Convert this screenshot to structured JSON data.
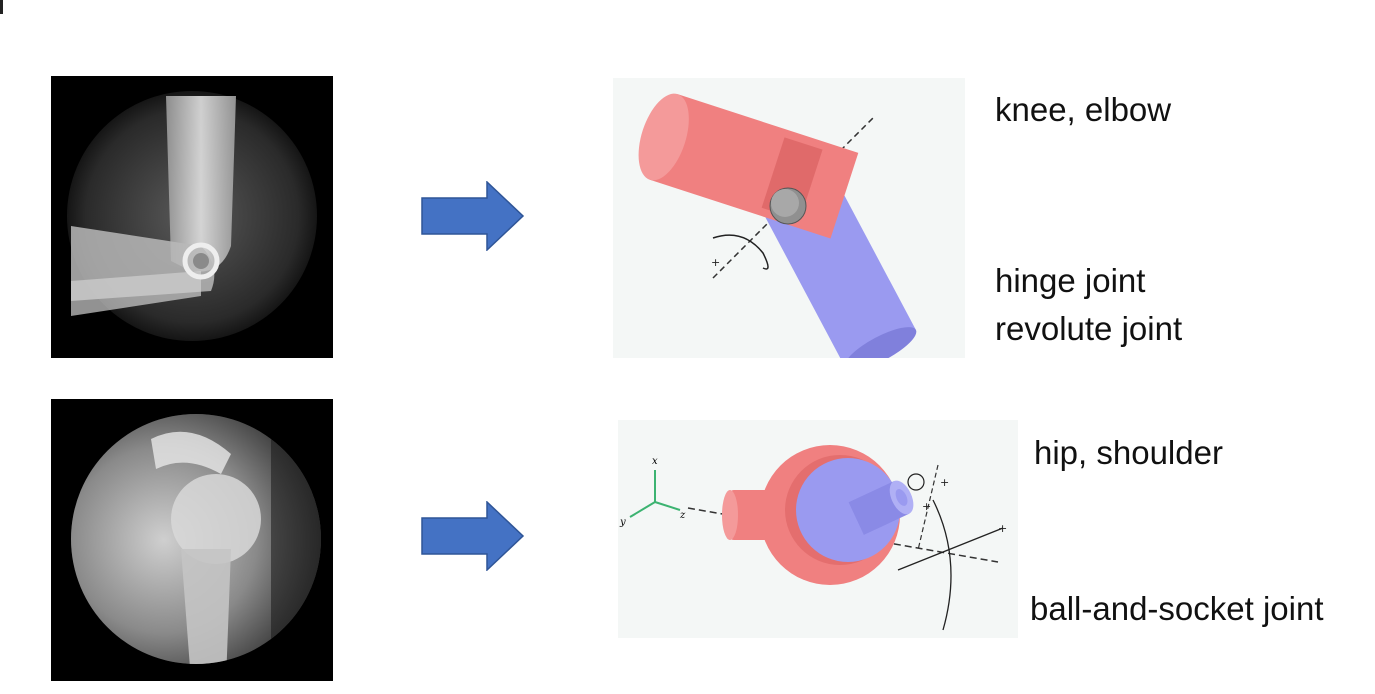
{
  "rows": [
    {
      "anatomy": "knee, elbow",
      "joint_type": [
        "hinge joint",
        "revolute joint"
      ],
      "xray_icon": "elbow-xray-image",
      "model_icon": "hinge-joint-3d-model"
    },
    {
      "anatomy": "hip, shoulder",
      "joint_type": [
        "ball-and-socket joint"
      ],
      "xray_icon": "shoulder-xray-image",
      "model_icon": "ball-socket-joint-3d-model",
      "axes": {
        "x": "x",
        "y": "y",
        "z": "z"
      }
    }
  ],
  "colors": {
    "arrow": "#4472c4",
    "arrow_border": "#2f5597",
    "socket": "#f08080",
    "ball": "#9a9af0",
    "axis": "#3cb371"
  }
}
